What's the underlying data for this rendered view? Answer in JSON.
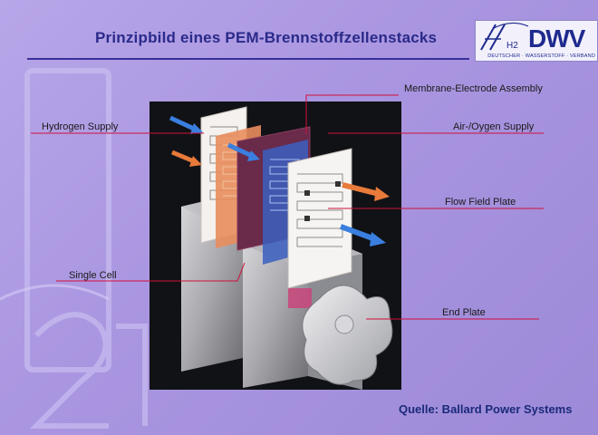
{
  "title": "Prinzipbild eines PEM-Brennstoffzellenstacks",
  "logo": {
    "mark": "H2",
    "text": "DWV",
    "subtitle": "DEUTSCHER · WASSERSTOFF · VERBAND"
  },
  "labels": {
    "mea": "Membrane-Electrode Assembly",
    "hydrogen": "Hydrogen Supply",
    "air": "Air-/Oygen Supply",
    "flow_field": "Flow Field Plate",
    "single_cell": "Single Cell",
    "end_plate": "End Plate"
  },
  "source": "Quelle:  Ballard Power Systems",
  "colors": {
    "background": "#a995e0",
    "title": "#2a2a8a",
    "leader_line": "#d0103a",
    "arrow_orange": "#e87a3a",
    "arrow_blue": "#3a7fe0"
  },
  "icons": [
    "h2-logo-icon"
  ]
}
